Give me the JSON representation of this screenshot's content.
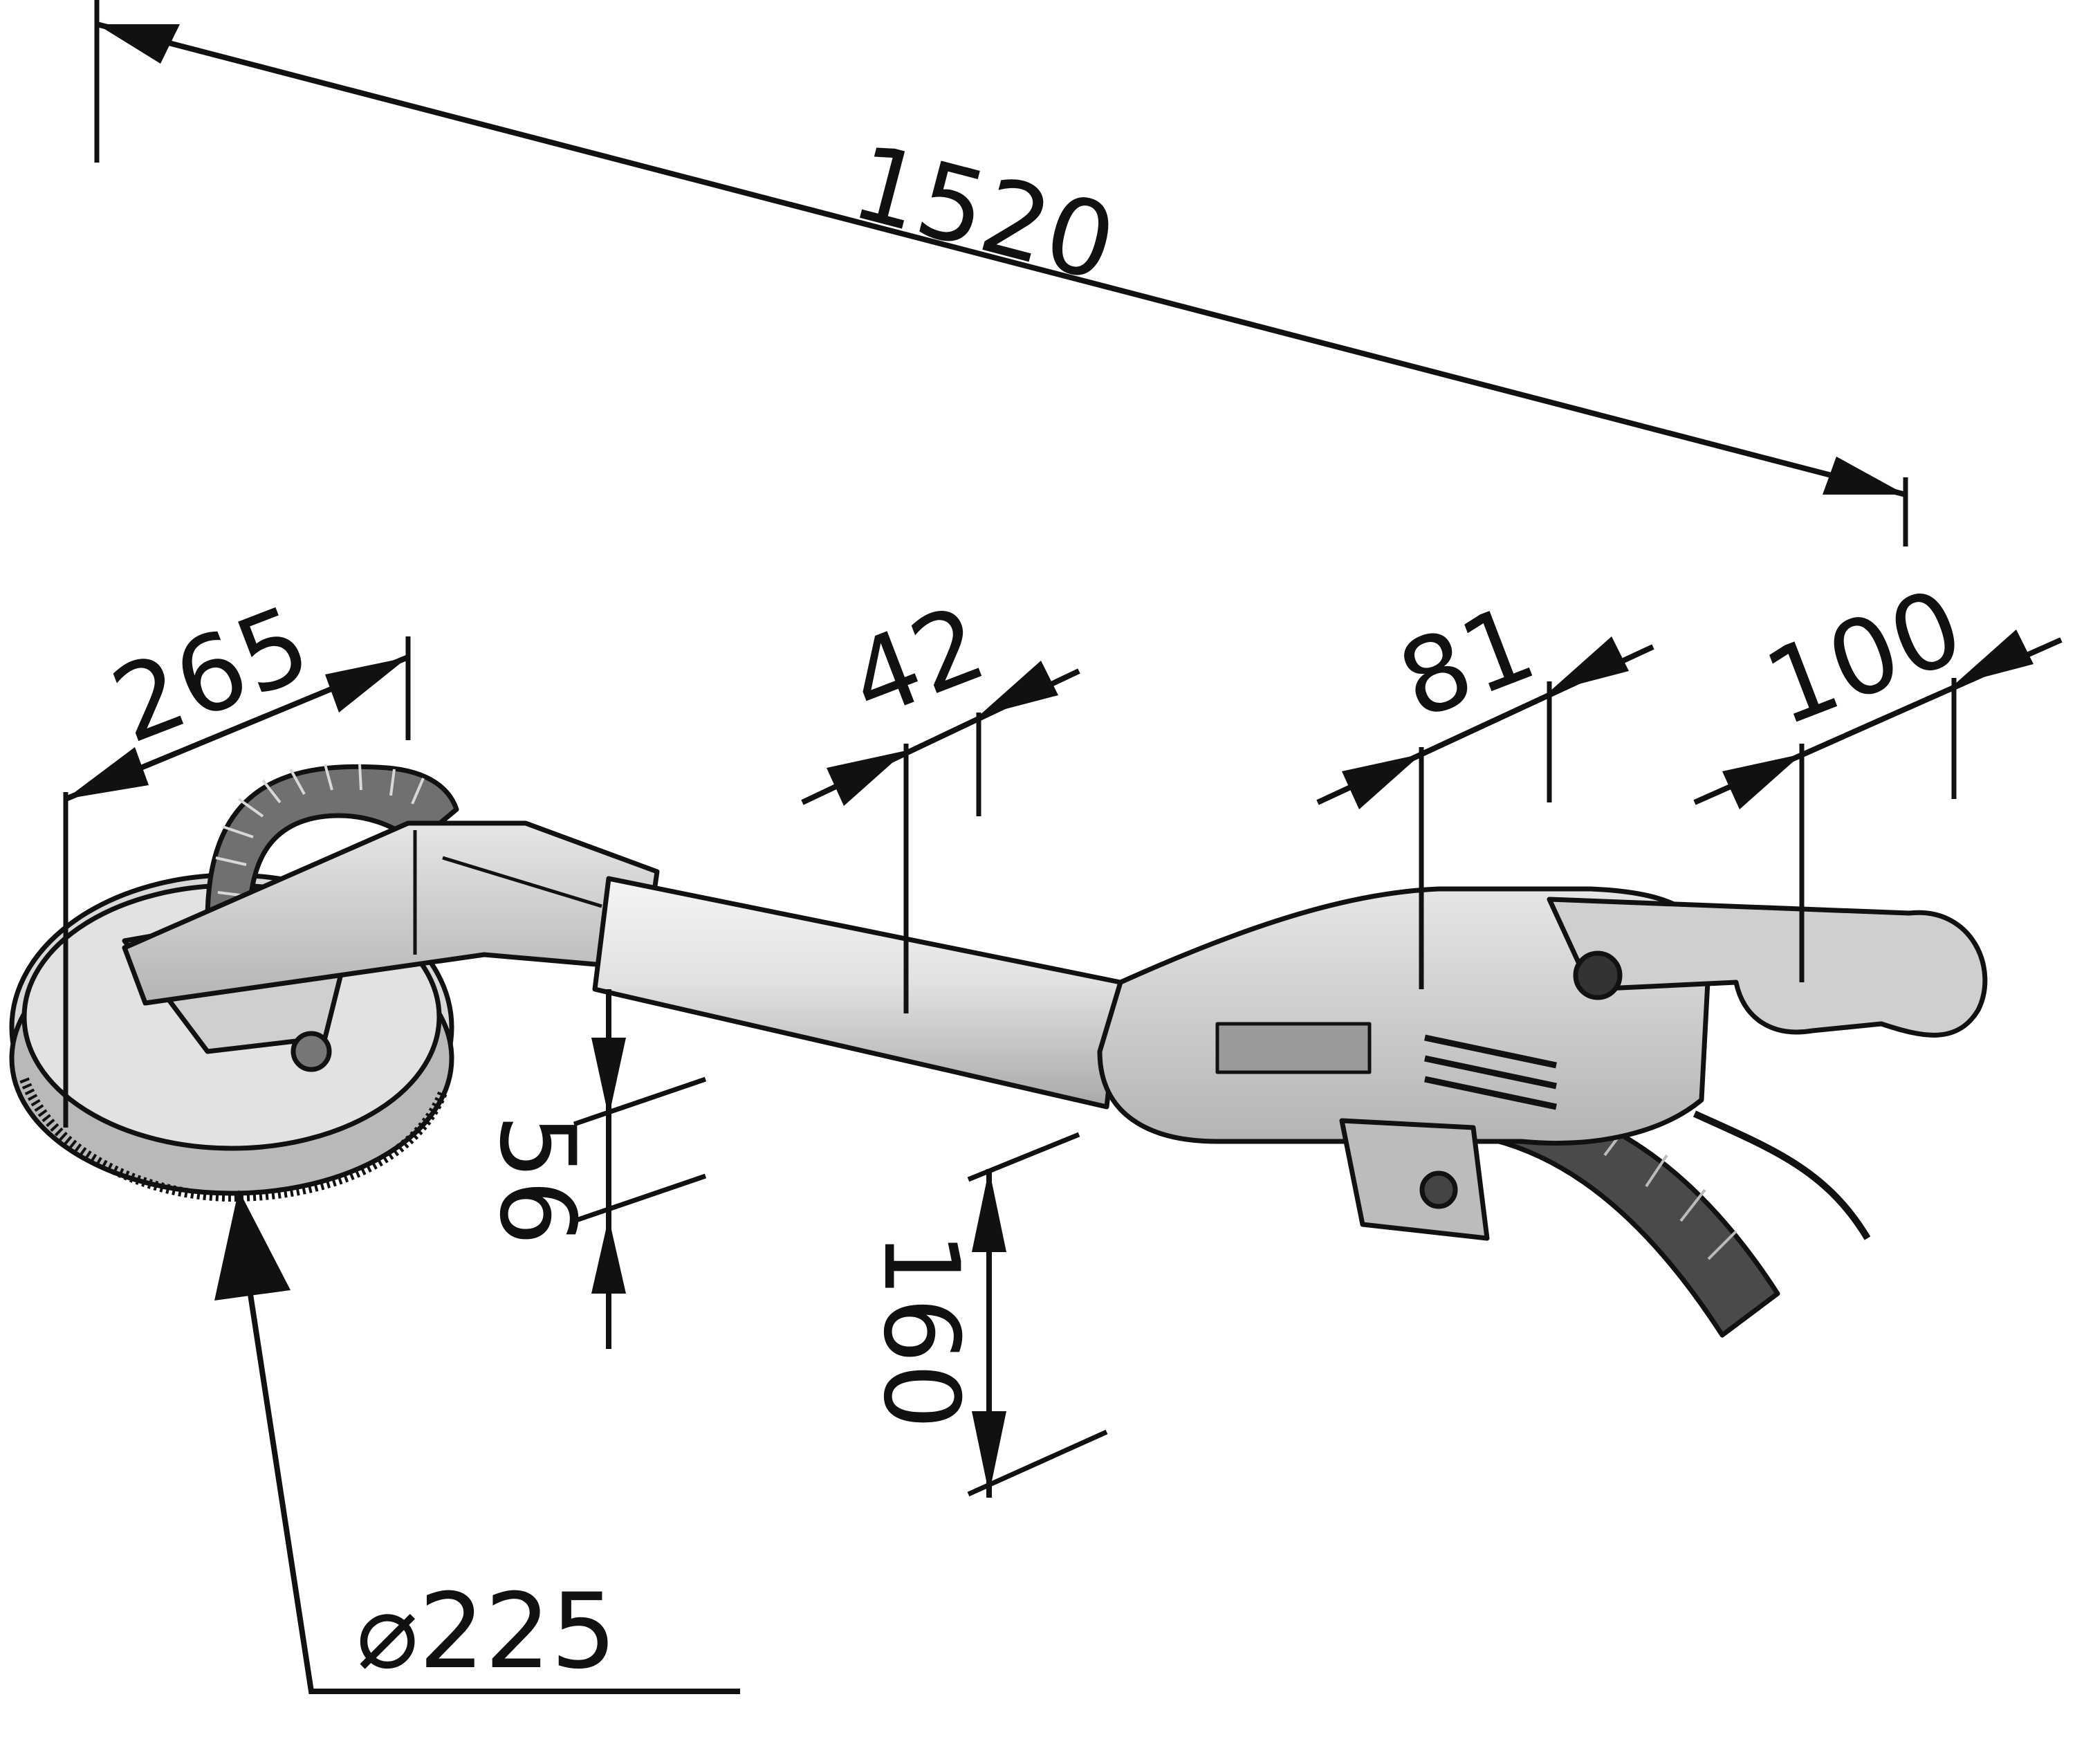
{
  "colors": {
    "ink": "#111111",
    "body_light": "#dcdcdc",
    "body_mid": "#bdbdbd",
    "body_dark": "#8c8c8c",
    "hose": "#555555"
  },
  "dimensions": {
    "overall_length": "1520",
    "head_depth": "265",
    "tube_diameter": "42",
    "motor_width": "81",
    "handle_width": "100",
    "head_height": "56",
    "motor_height": "160",
    "pad_diameter": "⌀225"
  }
}
